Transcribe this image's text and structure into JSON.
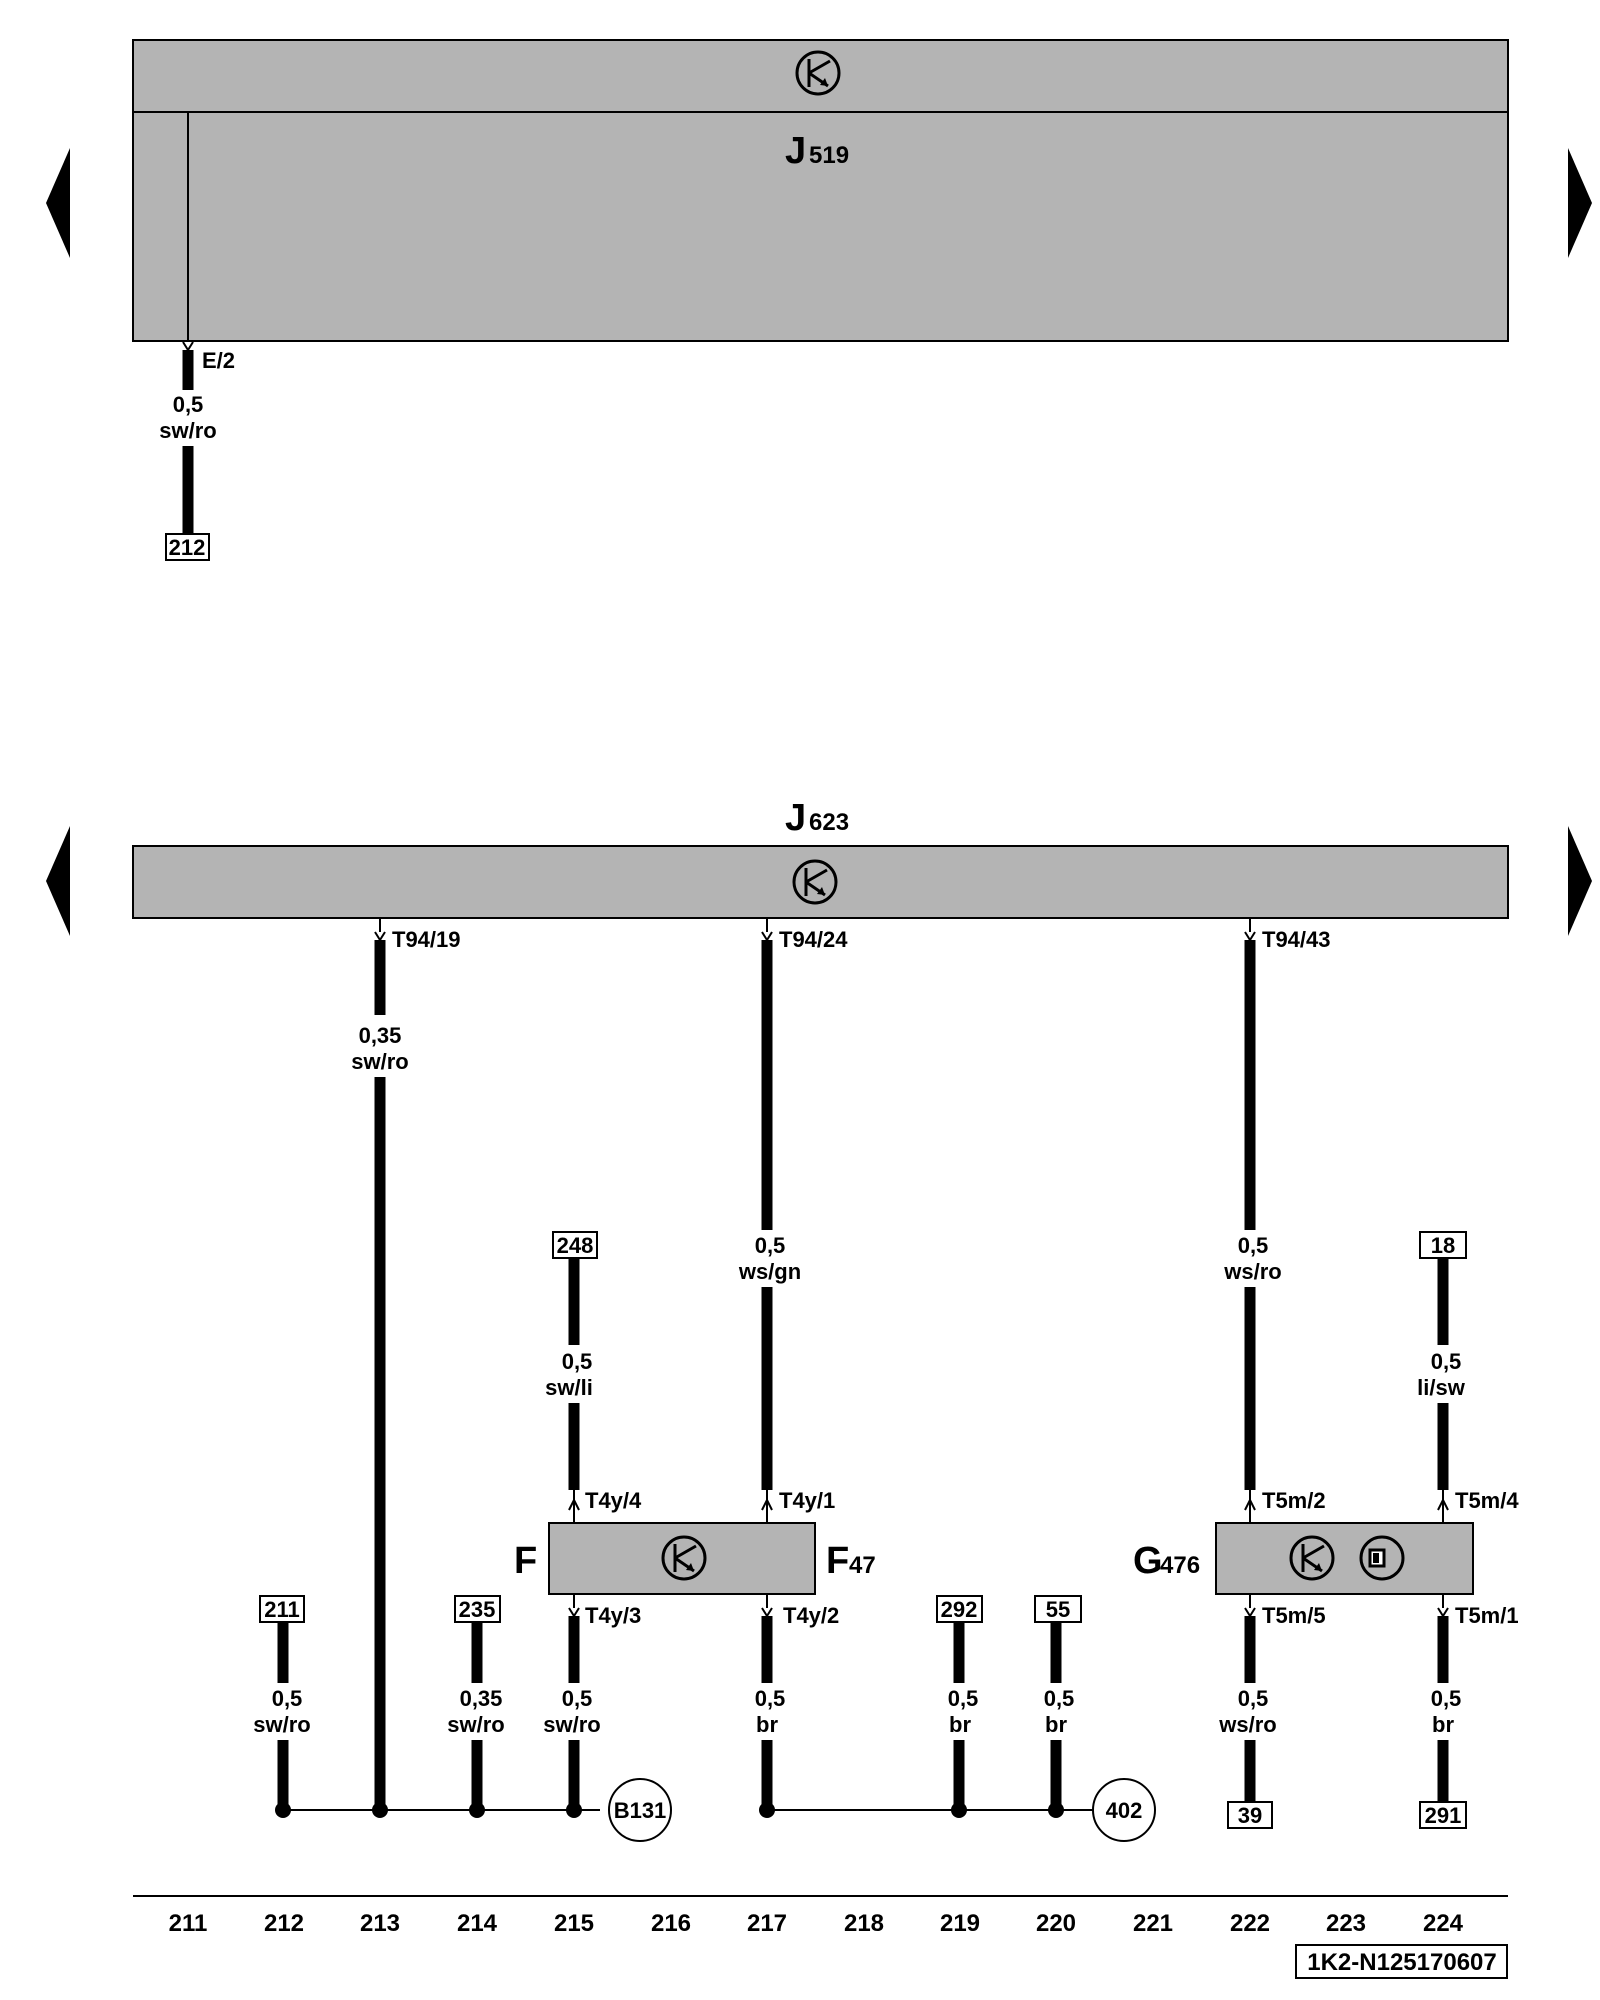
{
  "modules": {
    "j519": {
      "letter": "J",
      "sub": "519",
      "pin": "E/2"
    },
    "j623": {
      "letter": "J",
      "sub": "623",
      "pins": [
        "T94/19",
        "T94/24",
        "T94/43"
      ]
    },
    "f": {
      "left_letter": "F",
      "right_letter": "F",
      "right_sub": "47",
      "pins": [
        "T4y/4",
        "T4y/1",
        "T4y/3",
        "T4y/2"
      ]
    },
    "g476": {
      "letter": "G",
      "sub": "476",
      "pins": [
        "T5m/2",
        "T5m/4",
        "T5m/5",
        "T5m/1"
      ]
    }
  },
  "wires": [
    {
      "id": "w-j519",
      "size": "0,5",
      "color": "sw/ro"
    },
    {
      "id": "w-213",
      "size": "0,35",
      "color": "sw/ro"
    },
    {
      "id": "w-217a",
      "size": "0,5",
      "color": "ws/gn"
    },
    {
      "id": "w-222a",
      "size": "0,5",
      "color": "ws/ro"
    },
    {
      "id": "w-215a",
      "size": "0,5",
      "color": "sw/li"
    },
    {
      "id": "w-224a",
      "size": "0,5",
      "color": "li/sw"
    },
    {
      "id": "w-212",
      "size": "0,5",
      "color": "sw/ro"
    },
    {
      "id": "w-214",
      "size": "0,35",
      "color": "sw/ro"
    },
    {
      "id": "w-215b",
      "size": "0,5",
      "color": "sw/ro"
    },
    {
      "id": "w-217b",
      "size": "0,5",
      "color": "br"
    },
    {
      "id": "w-219",
      "size": "0,5",
      "color": "br"
    },
    {
      "id": "w-220",
      "size": "0,5",
      "color": "br"
    },
    {
      "id": "w-222b",
      "size": "0,5",
      "color": "ws/ro"
    },
    {
      "id": "w-224b",
      "size": "0,5",
      "color": "br"
    }
  ],
  "references": [
    "212",
    "248",
    "18",
    "211",
    "235",
    "292",
    "55",
    "39",
    "291"
  ],
  "ground_points": [
    "B131",
    "402"
  ],
  "columns": [
    "211",
    "212",
    "213",
    "214",
    "215",
    "216",
    "217",
    "218",
    "219",
    "220",
    "221",
    "222",
    "223",
    "224"
  ],
  "doc_id": "1K2-N125170607",
  "colors": {
    "module_fill": "#b4b4b4",
    "wire": "#000000"
  },
  "icons": [
    "nav-left-arrow-icon",
    "nav-right-arrow-icon",
    "transistor-symbol-icon",
    "sensor-symbol-icon"
  ]
}
